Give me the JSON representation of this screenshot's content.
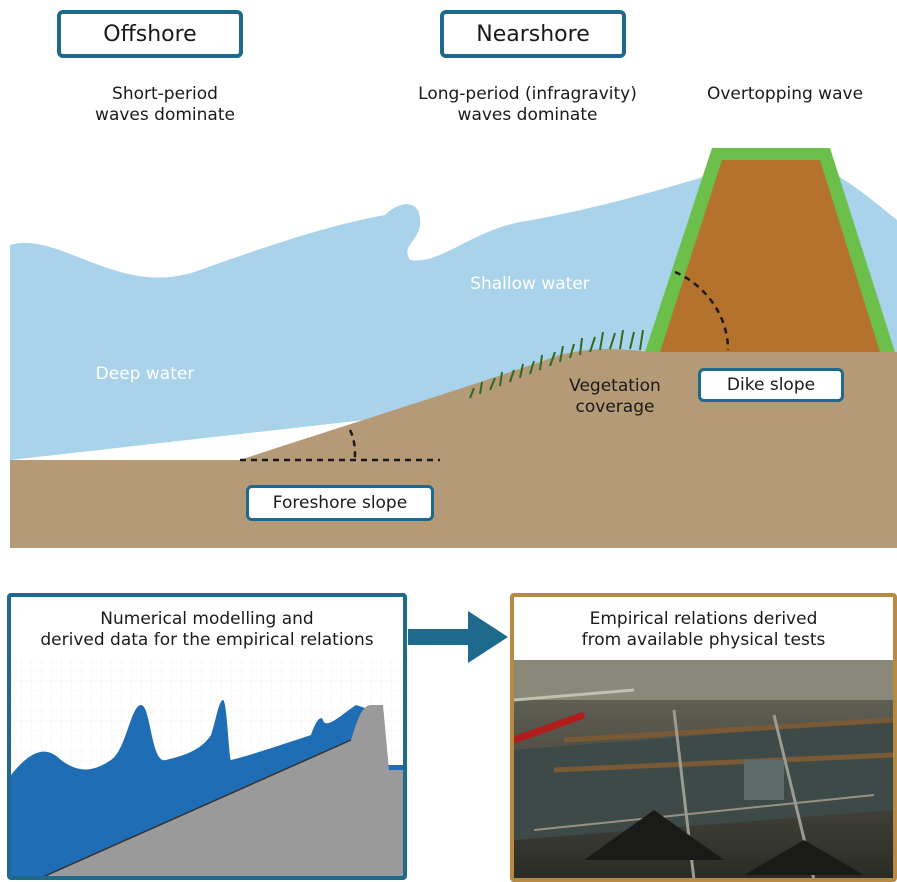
{
  "labels": {
    "offshore": "Offshore",
    "nearshore": "Nearshore",
    "short_period": "Short-period\nwaves dominate",
    "long_period": "Long-period (infragravity)\nwaves dominate",
    "overtopping": "Overtopping wave",
    "shallow_water": "Shallow water",
    "deep_water": "Deep water",
    "vegetation": "Vegetation\ncoverage",
    "dike_slope": "Dike slope",
    "foreshore_slope": "Foreshore slope"
  },
  "panels": {
    "numerical": "Numerical modelling and\nderived data for the empirical relations",
    "empirical": "Empirical relations derived\nfrom available physical tests"
  },
  "colors": {
    "water": "#a9d3ea",
    "sand": "#b49a76",
    "dike_core": "#b5722d",
    "dike_grass": "#6cbf4a",
    "box_border": "#1d6a8d",
    "panel_empirical_border": "#b68a43",
    "arrow": "#1d6a8d",
    "sim_water": "#1f6db5",
    "sim_ground": "#9a9a9a"
  }
}
